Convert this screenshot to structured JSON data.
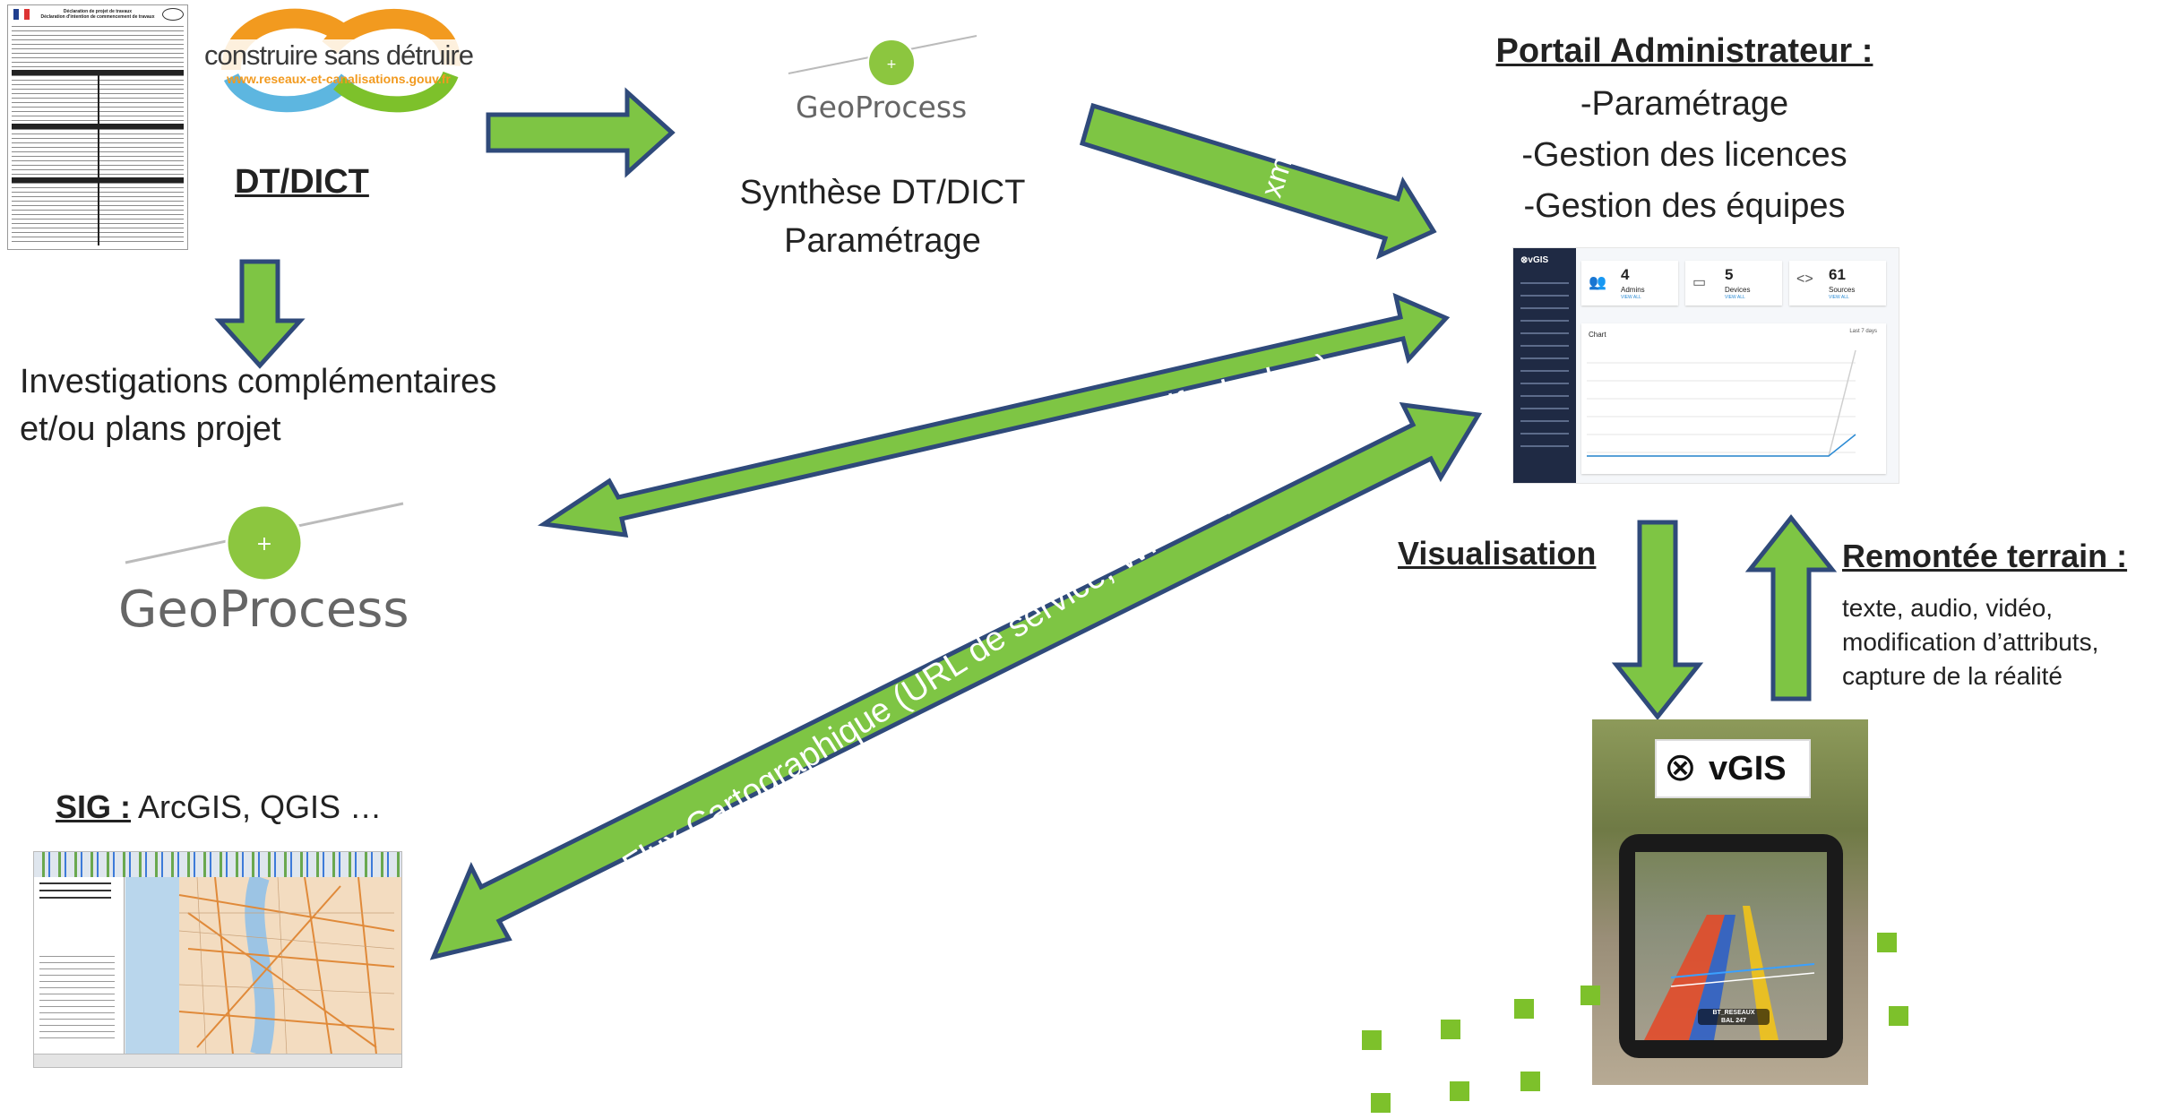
{
  "dt_dict": {
    "label": "DT/DICT",
    "form_title": "Déclaration de projet de travaux",
    "form_subtitle": "Déclaration d'intention de commencement de travaux"
  },
  "construire_logo": {
    "text": "construire sans détruire",
    "url": "www.reseaux-et-canalisations.gouv.fr"
  },
  "geoprocess_top": {
    "name": "GeoProcess",
    "caption_line1": "Synthèse DT/DICT",
    "caption_line2": "Paramétrage"
  },
  "geoprocess_left": {
    "name": "GeoProcess"
  },
  "investigations": {
    "line1": "Investigations complémentaires",
    "line2": "et/ou plans projet"
  },
  "admin_portal": {
    "title": "Portail Administrateur :",
    "items": [
      "-Paramétrage",
      "-Gestion des licences",
      "-Gestion des équipes"
    ]
  },
  "dashboard": {
    "brand": "vGIS",
    "stats": [
      {
        "value": "4",
        "label": "Admins",
        "link": "VIEW ALL"
      },
      {
        "value": "5",
        "label": "Devices",
        "link": "VIEW ALL"
      },
      {
        "value": "61",
        "label": "Sources",
        "link": "VIEW ALL"
      }
    ],
    "chart_title": "Chart",
    "chart_range": "Last 7 days"
  },
  "arrows": {
    "xml_label": "xml",
    "data_label": "Données géoréférencées (.dwg .shp .ifc .kml …)",
    "flux_label": "Flux Cartographique (URL de service, WFS …)"
  },
  "visualisation": {
    "label": "Visualisation"
  },
  "remontee": {
    "title": "Remontée terrain :",
    "lines": [
      "texte, audio, vidéo,",
      "modification d’attributs,",
      "capture de la réalité"
    ]
  },
  "device_photo": {
    "logo": "vGIS",
    "hud_line1": "BT_RESEAUX",
    "hud_line2": "BAL 247"
  },
  "sig": {
    "label": "SIG :",
    "value": "ArcGIS, QGIS …"
  },
  "colors": {
    "arrow_fill": "#7ec544",
    "arrow_stroke": "#2f4a7a",
    "accent_green": "#7dc12b"
  }
}
